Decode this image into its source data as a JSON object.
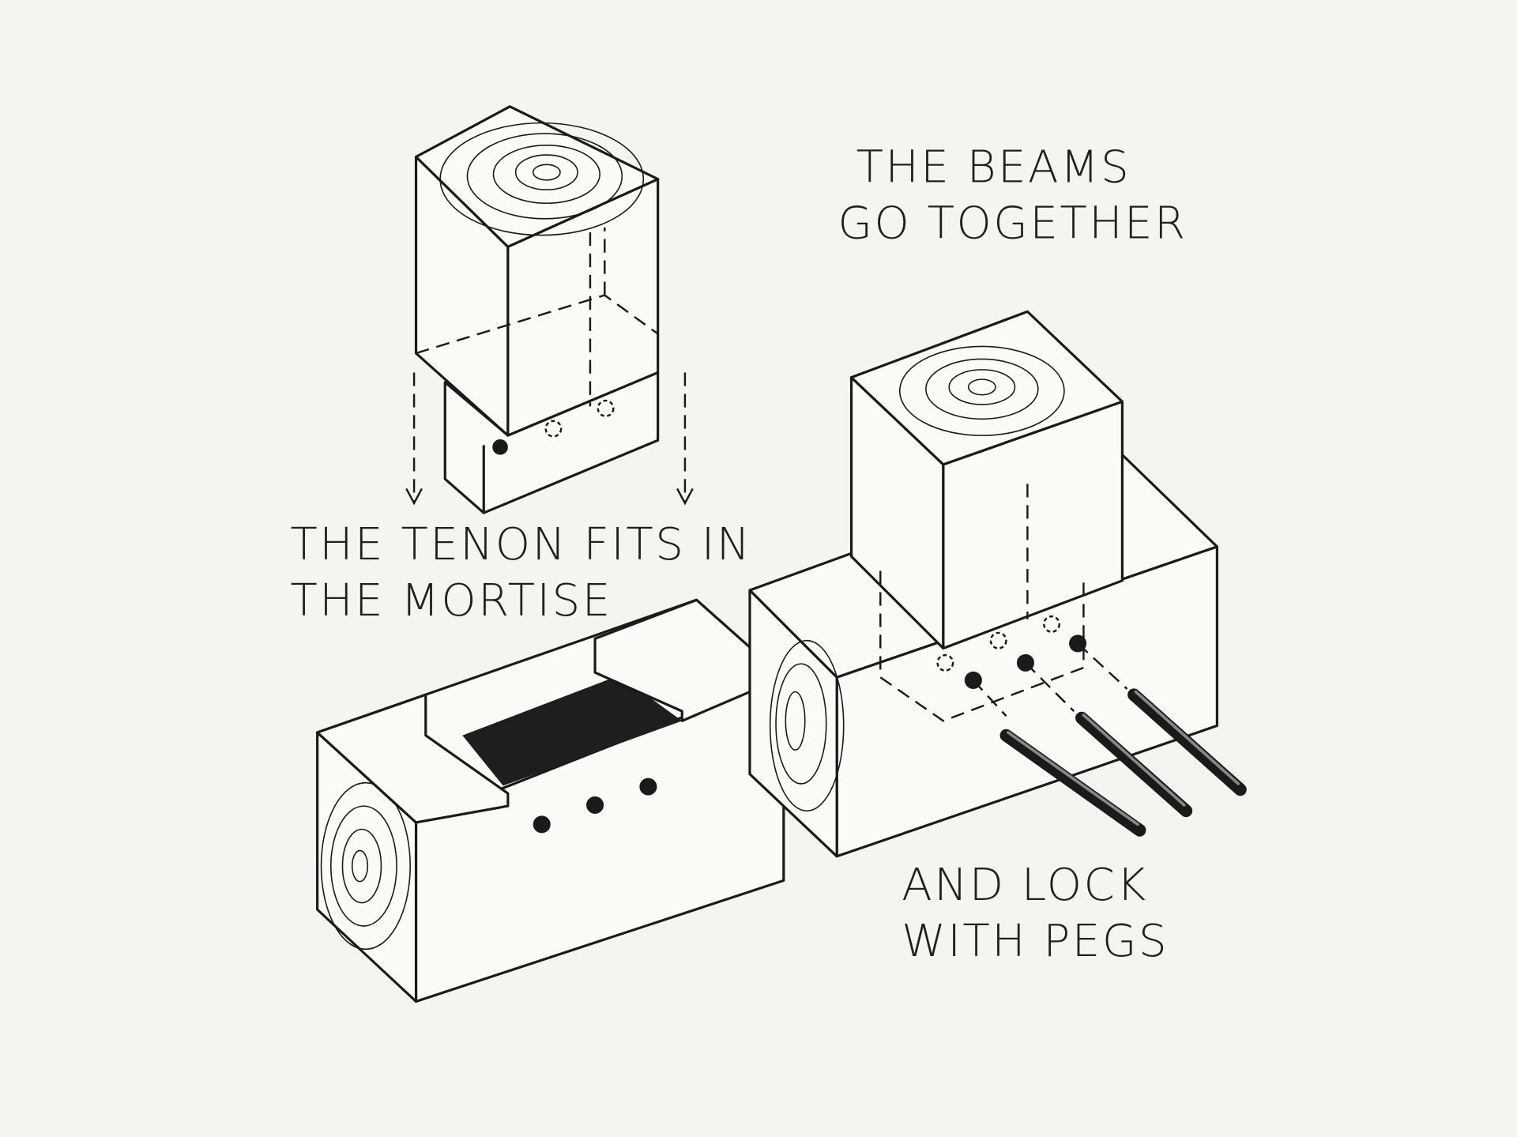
{
  "labels": {
    "beams_line1": "THE BEAMS",
    "beams_line2": "GO TOGETHER",
    "tenon_line1": "THE TENON FITS IN",
    "tenon_line2": "THE MORTISE",
    "pegs_line1": "AND LOCK",
    "pegs_line2": "WITH PEGS"
  },
  "colors": {
    "background": "#f5f4f0",
    "ink": "#1a1a1a"
  }
}
